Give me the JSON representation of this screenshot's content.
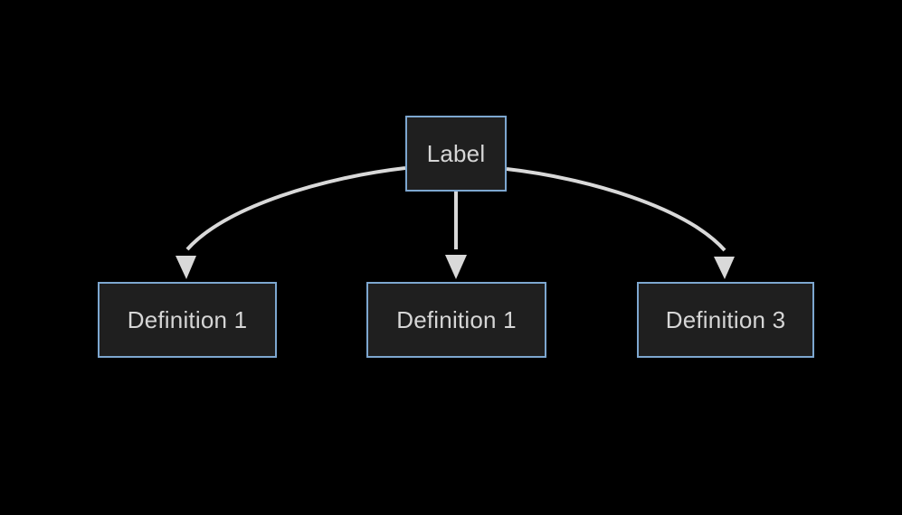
{
  "diagram": {
    "type": "tree",
    "background_color": "#000000",
    "node_fill": "#1f1f1f",
    "node_border_color": "#7da7d0",
    "node_text_color": "#d6d6d6",
    "edge_color": "#d9d9d9",
    "root": {
      "id": "root",
      "label": "Label"
    },
    "children": [
      {
        "id": "def-0",
        "label": "Definition 1"
      },
      {
        "id": "def-1",
        "label": "Definition 1"
      },
      {
        "id": "def-2",
        "label": "Definition 3"
      }
    ],
    "edges": [
      {
        "from": "root",
        "to": "def-0",
        "style": "curved",
        "arrow": "triangle"
      },
      {
        "from": "root",
        "to": "def-1",
        "style": "straight",
        "arrow": "triangle"
      },
      {
        "from": "root",
        "to": "def-2",
        "style": "curved",
        "arrow": "triangle"
      }
    ]
  }
}
